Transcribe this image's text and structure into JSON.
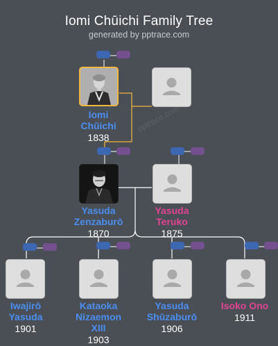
{
  "header": {
    "title": "Iomi Chūichi Family Tree",
    "subtitle": "generated by pptrace.com"
  },
  "watermark": "pptrace.com",
  "colors": {
    "background": "#4a4e55",
    "male": "#4b8ef0",
    "female": "#e04493",
    "highlight_border": "#f0b840",
    "connector": "#ffffff",
    "connector_highlight": "#f0b840"
  },
  "people": {
    "iomi": {
      "name_line1": "Iomi",
      "name_line2": "Chūichi",
      "year": "1838",
      "gender": "male",
      "portrait": "photo"
    },
    "iomi_spouse": {
      "portrait": "placeholder-avatar"
    },
    "zenzaburo": {
      "name_line1": "Yasuda",
      "name_line2": "Zenzaburō",
      "year": "1870",
      "gender": "male",
      "portrait": "photo"
    },
    "teruko": {
      "name_line1": "Yasuda",
      "name_line2": "Teruko",
      "year": "1875",
      "gender": "female",
      "portrait": "placeholder-avatar"
    },
    "iwajiro": {
      "name_line1": "Iwajirō",
      "name_line2": "Yasuda",
      "year": "1901",
      "gender": "male",
      "portrait": "placeholder-avatar"
    },
    "kataoka": {
      "name_line1": "Kataoka",
      "name_line2": "Nizaemon",
      "name_line3": "XIII",
      "year": "1903",
      "gender": "male",
      "portrait": "placeholder-avatar"
    },
    "shuzaburo": {
      "name_line1": "Yasuda",
      "name_line2": "Shūzaburō",
      "year": "1906",
      "gender": "male",
      "portrait": "placeholder-avatar"
    },
    "isoko": {
      "name_line1": "Isoko Ono",
      "year": "1911",
      "gender": "female",
      "portrait": "placeholder-avatar"
    }
  },
  "expand_buttons": [
    "father-line",
    "mother-line"
  ]
}
